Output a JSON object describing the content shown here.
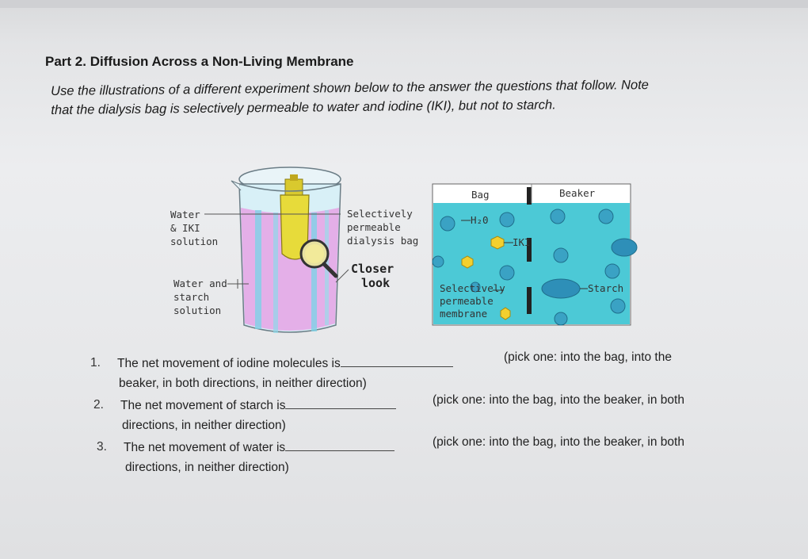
{
  "heading": "Part 2. Diffusion Across a Non-Living Membrane",
  "intro": {
    "line1": "Use the illustrations of a different experiment shown below to the answer the questions that follow. Note",
    "line2": "that the dialysis bag is selectively permeable to water and iodine (IKI), but not to starch."
  },
  "figure_left": {
    "water_iki": [
      "Water",
      "& IKI",
      "solution"
    ],
    "water_starch": [
      "Water and",
      "starch",
      "solution"
    ],
    "selectively": [
      "Selectively",
      "permeable",
      "dialysis bag"
    ],
    "closer": [
      "Closer",
      "look"
    ]
  },
  "figure_right": {
    "bag": "Bag",
    "beaker": "Beaker",
    "h2o": "H₂0",
    "iki": "IKI",
    "membrane": [
      "Selectively",
      "permeable",
      "membrane"
    ],
    "starch": "Starch"
  },
  "questions": [
    {
      "num": "1.",
      "line1": "The net movement of iodine molecules is",
      "options1": "(pick one: into the bag, into the",
      "line2": "beaker, in both directions, in neither direction)"
    },
    {
      "num": "2.",
      "line1": "The net movement of starch is",
      "options1": "(pick one: into the bag, into the beaker, in both",
      "line2": "directions, in neither direction)"
    },
    {
      "num": "3.",
      "line1": "The net movement of water is",
      "options1": "(pick one: into the bag, into the beaker, in both",
      "line2": "directions, in neither direction)"
    }
  ]
}
